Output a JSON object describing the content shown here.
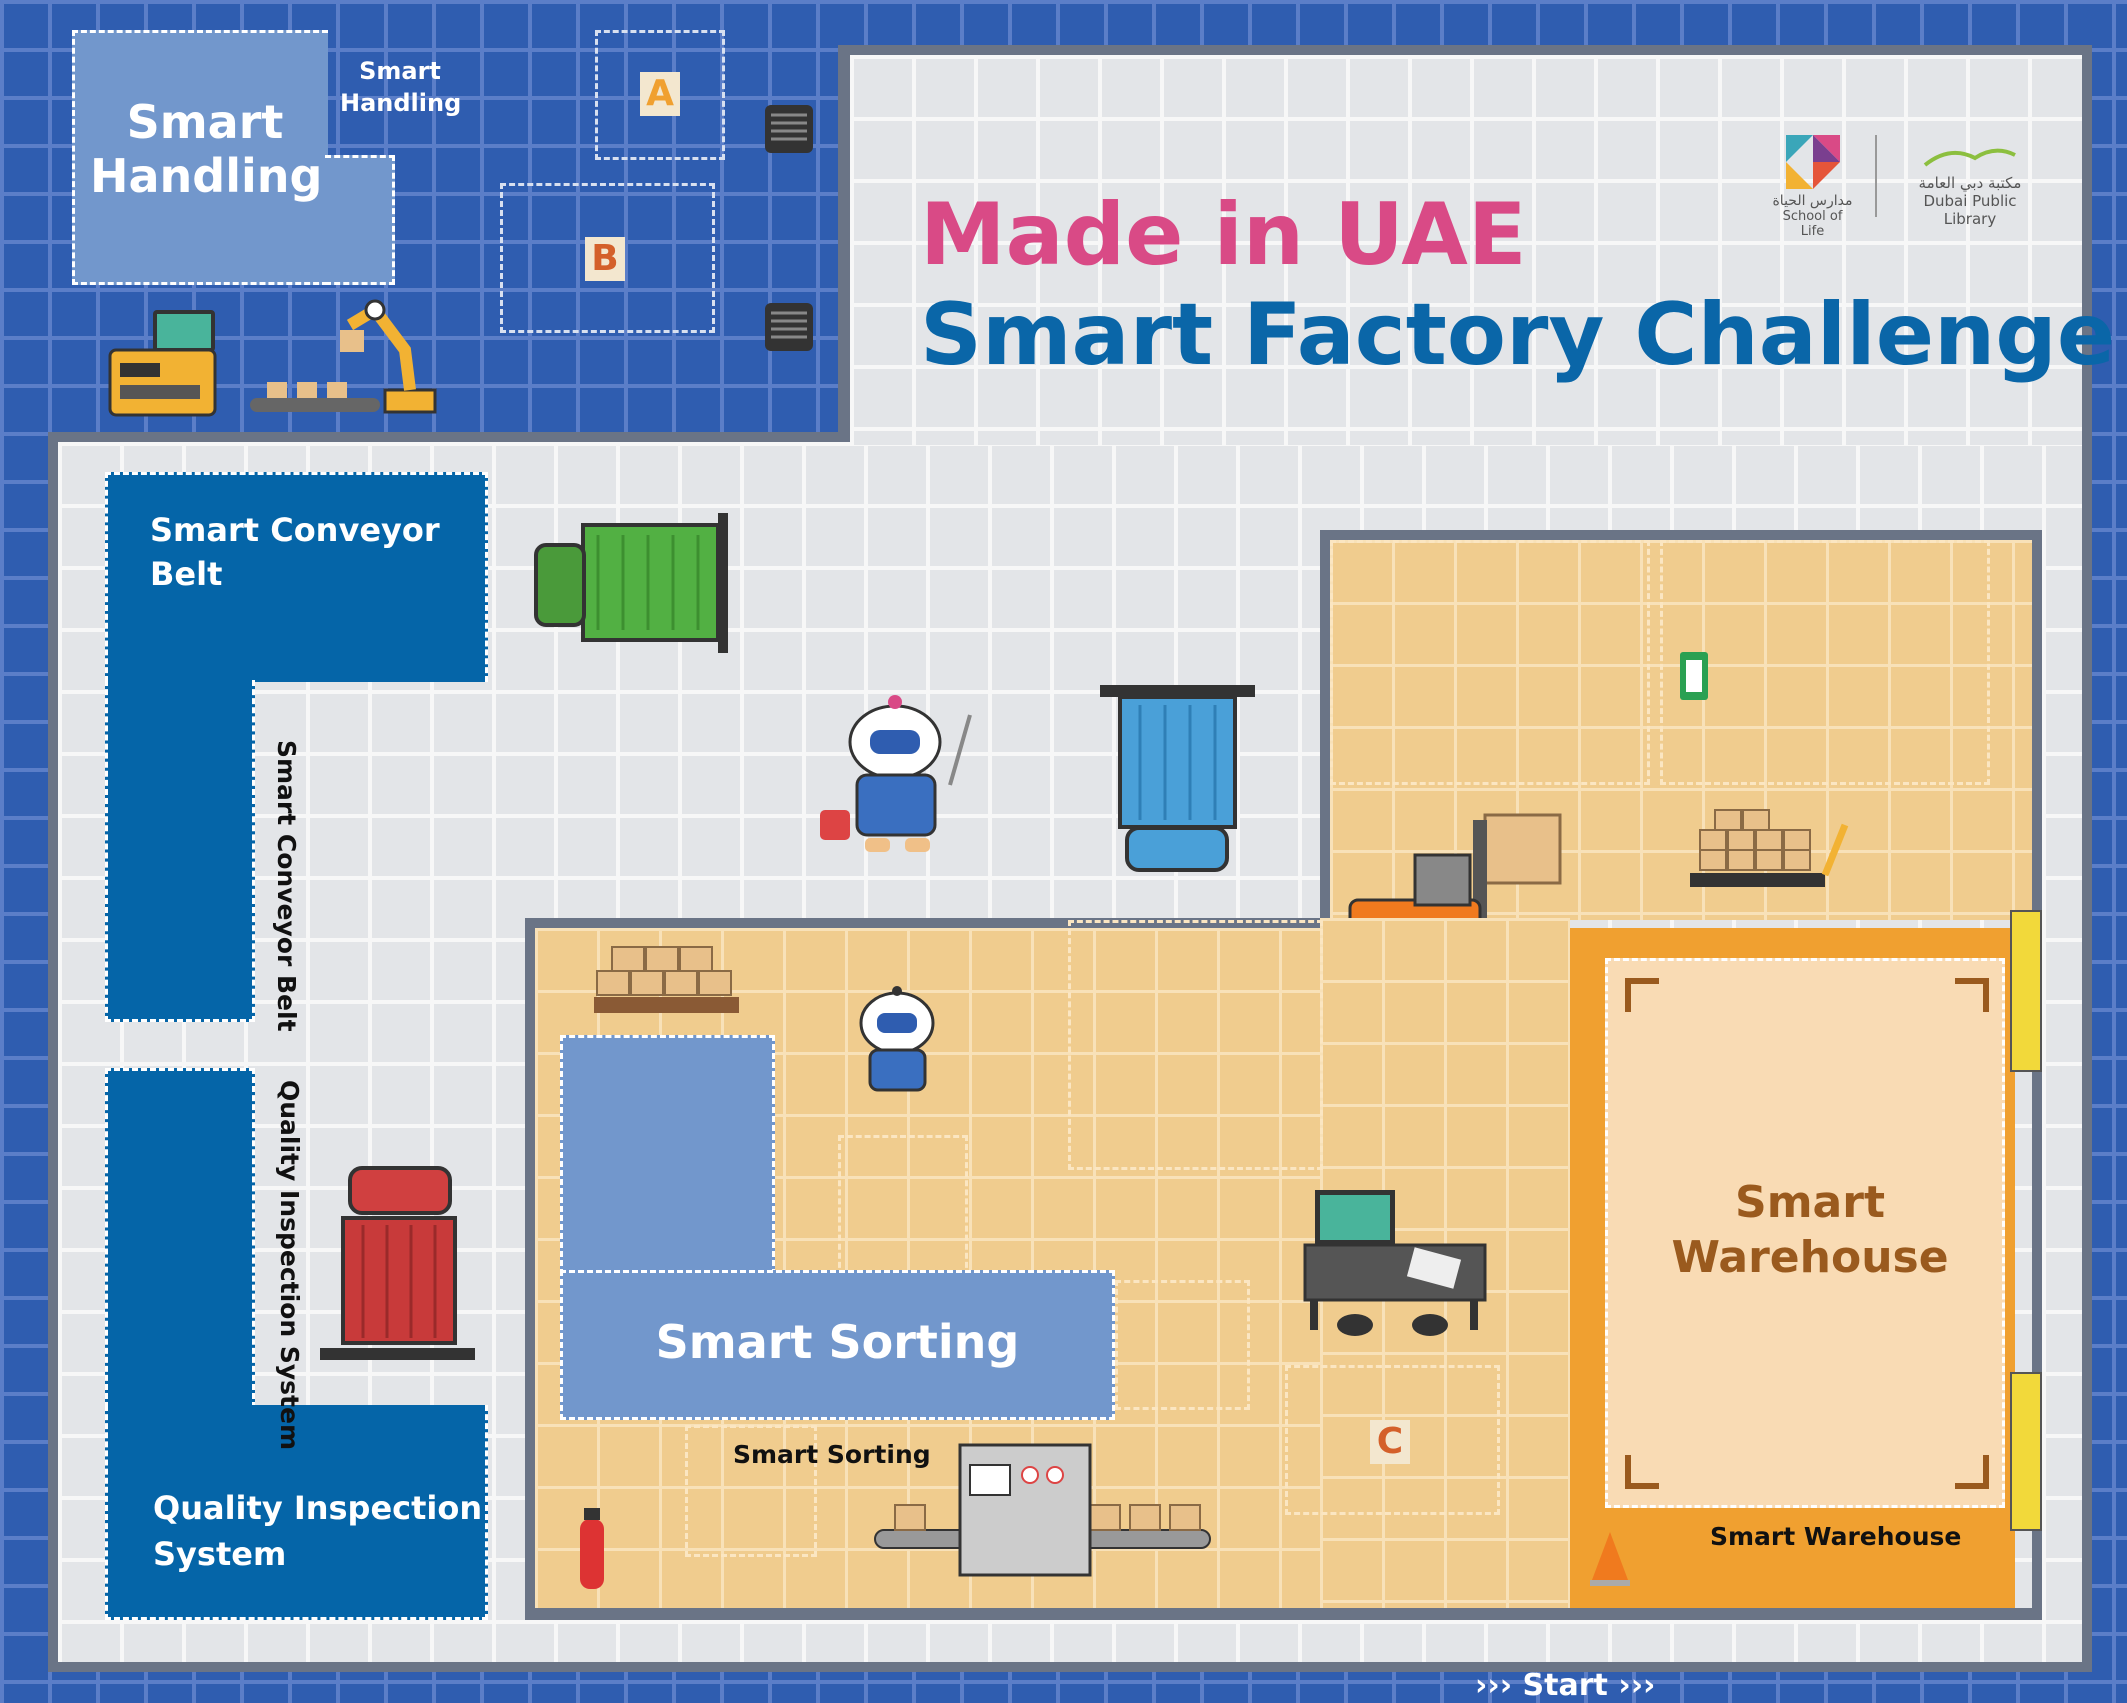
{
  "title": {
    "line1": "Made in UAE",
    "line2": "Smart Factory Challenge"
  },
  "logos": {
    "school_ar": "مدارس الحياة",
    "school_en": "School of Life",
    "library_ar": "مكتبة دبي العامة",
    "library_en": "Dubai Public Library"
  },
  "zones": {
    "smart_handling": {
      "name": "Smart Handling",
      "label": "Smart Handling"
    },
    "conveyor": {
      "name": "Smart Conveyor Belt",
      "label": "Smart Conveyor Belt"
    },
    "quality": {
      "name": "Quality Inspection System",
      "label": "Quality Inspection System"
    },
    "sorting": {
      "name": "Smart Sorting",
      "label": "Smart Sorting"
    },
    "warehouse": {
      "name": "Smart Warehouse",
      "label": "Smart Warehouse"
    }
  },
  "spots": {
    "a": "A",
    "b": "B",
    "c": "C"
  },
  "start": {
    "arrows_left": "›››",
    "label": "Start",
    "arrows_right": "›››"
  },
  "colors": {
    "title_pink": "#d94a86",
    "title_blue": "#0a66a8",
    "zone_dark": "#0565a8",
    "zone_light": "#7297cc",
    "warehouse_orange": "#f0a030",
    "warehouse_text": "#9a5a1e"
  },
  "icons": [
    "truck-green-icon",
    "truck-blue-icon",
    "truck-red-icon",
    "robot-mechanic-icon",
    "robot-small-icon",
    "forklift-icon",
    "pallet-boxes-icon",
    "pallet-jack-icon",
    "computer-desk-icon",
    "sorting-machine-icon",
    "fire-extinguisher-icon",
    "traffic-cone-icon",
    "robot-arm-icon",
    "control-machine-icon",
    "exit-sign-icon",
    "vent-icon"
  ]
}
